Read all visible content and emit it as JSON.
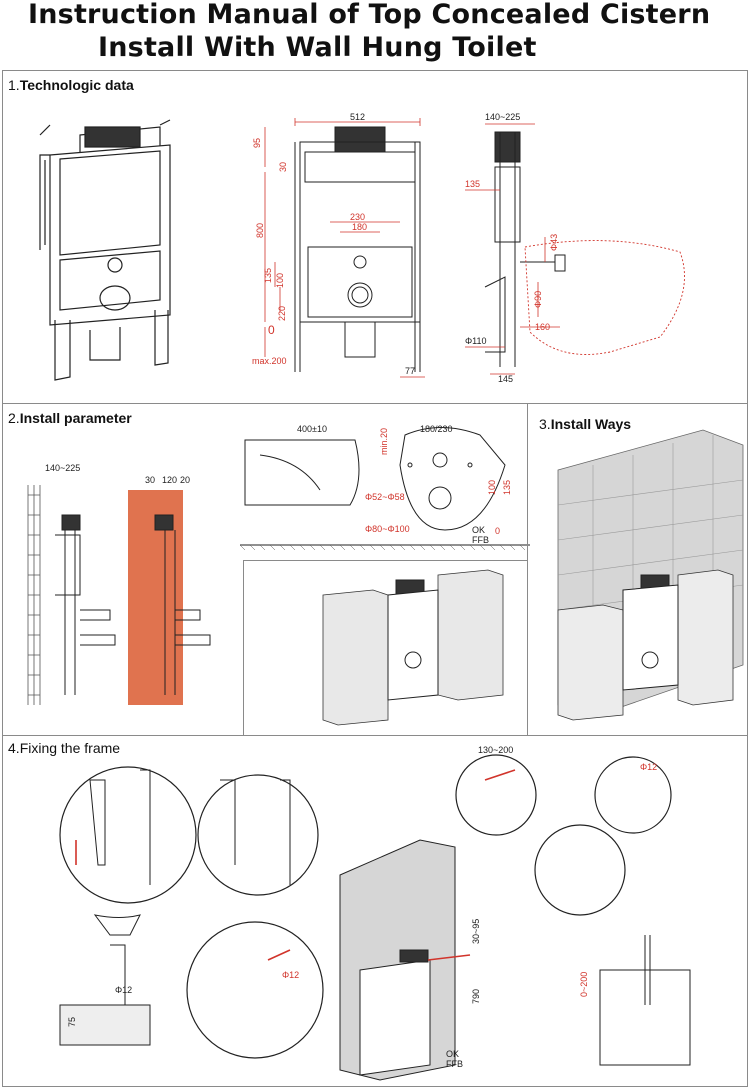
{
  "title": {
    "line1": "Instruction Manual of Top Concealed Cistern",
    "line2": "Install With Wall Hung Toilet"
  },
  "sections": {
    "s1": {
      "num": "1.",
      "label": "Technologic data"
    },
    "s2": {
      "num": "2.",
      "label": "Install parameter"
    },
    "s3": {
      "num": "3.",
      "label": "Install Ways"
    },
    "s4": {
      "num": "4.",
      "label": "Fixing the frame"
    }
  },
  "dims_front": {
    "w": "512",
    "h95": "95",
    "h30": "30",
    "h800": "800",
    "w230": "230",
    "w180": "180",
    "h135": "135",
    "h100": "100",
    "h220": "220",
    "zero": "0",
    "max": "max.200",
    "w77": "77"
  },
  "dims_side": {
    "d1": "140~225",
    "d135": "135",
    "d43": "Φ43",
    "d90": "Φ90",
    "d110": "Φ110",
    "d160": "160",
    "d145": "145"
  },
  "dims_param": {
    "a": "140~225",
    "b30": "30",
    "b120": "120",
    "b20": "20",
    "c400": "400±10",
    "cmin": "min.20",
    "c180": "180/230",
    "c52": "Φ52~Φ58",
    "c80": "Φ80~Φ100",
    "c100": "100",
    "c135": "135",
    "ok": "OK",
    "ffb": "FFB",
    "zero": "0"
  },
  "dims_fix": {
    "w130": "130~200",
    "d12a": "Φ12",
    "d12b": "Φ12",
    "d12c": "Φ12",
    "h75": "75",
    "h3095": "30~95",
    "h790": "790",
    "ok": "OK",
    "ffb": "FFB",
    "h0200": "0~200"
  },
  "colors": {
    "accent": "#d1342b",
    "wall": "#e0734f",
    "brick": "#cfcfcf"
  }
}
